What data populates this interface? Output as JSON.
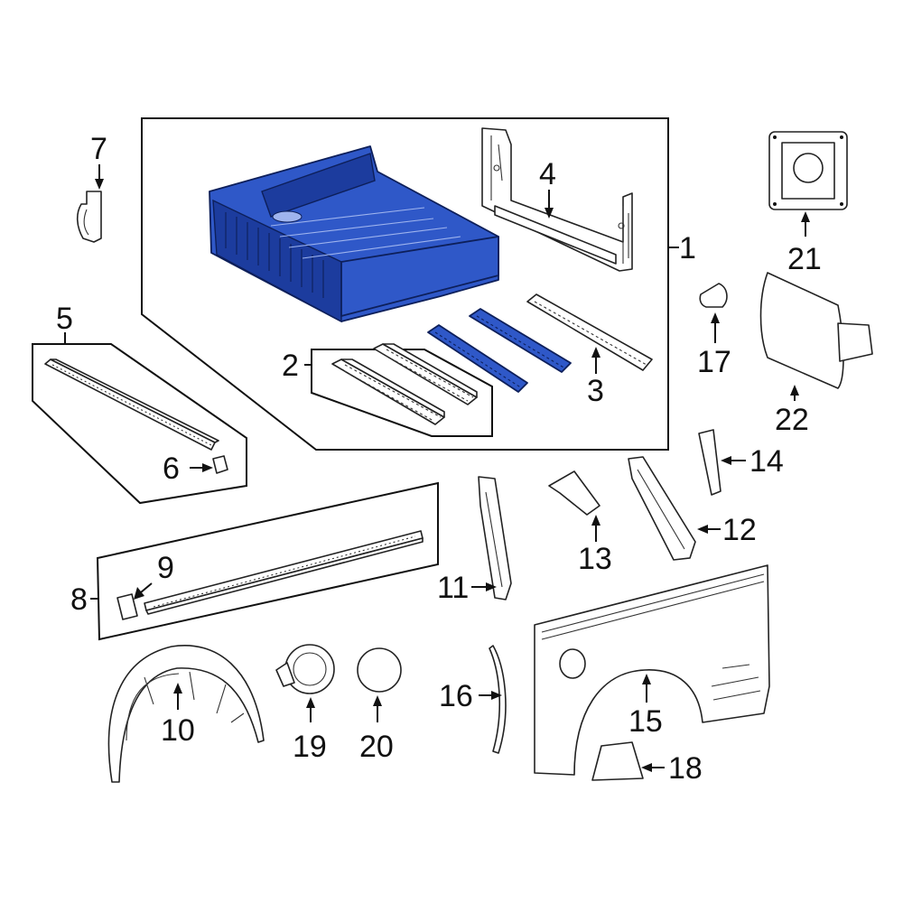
{
  "diagram": {
    "highlight_color": "#2f58c8",
    "callouts": [
      {
        "id": "1",
        "label": "1"
      },
      {
        "id": "2",
        "label": "2"
      },
      {
        "id": "3",
        "label": "3"
      },
      {
        "id": "4",
        "label": "4"
      },
      {
        "id": "5",
        "label": "5"
      },
      {
        "id": "6",
        "label": "6"
      },
      {
        "id": "7",
        "label": "7"
      },
      {
        "id": "8",
        "label": "8"
      },
      {
        "id": "9",
        "label": "9"
      },
      {
        "id": "10",
        "label": "10"
      },
      {
        "id": "11",
        "label": "11"
      },
      {
        "id": "12",
        "label": "12"
      },
      {
        "id": "13",
        "label": "13"
      },
      {
        "id": "14",
        "label": "14"
      },
      {
        "id": "15",
        "label": "15"
      },
      {
        "id": "16",
        "label": "16"
      },
      {
        "id": "17",
        "label": "17"
      },
      {
        "id": "18",
        "label": "18"
      },
      {
        "id": "19",
        "label": "19"
      },
      {
        "id": "20",
        "label": "20"
      },
      {
        "id": "21",
        "label": "21"
      },
      {
        "id": "22",
        "label": "22"
      }
    ]
  }
}
